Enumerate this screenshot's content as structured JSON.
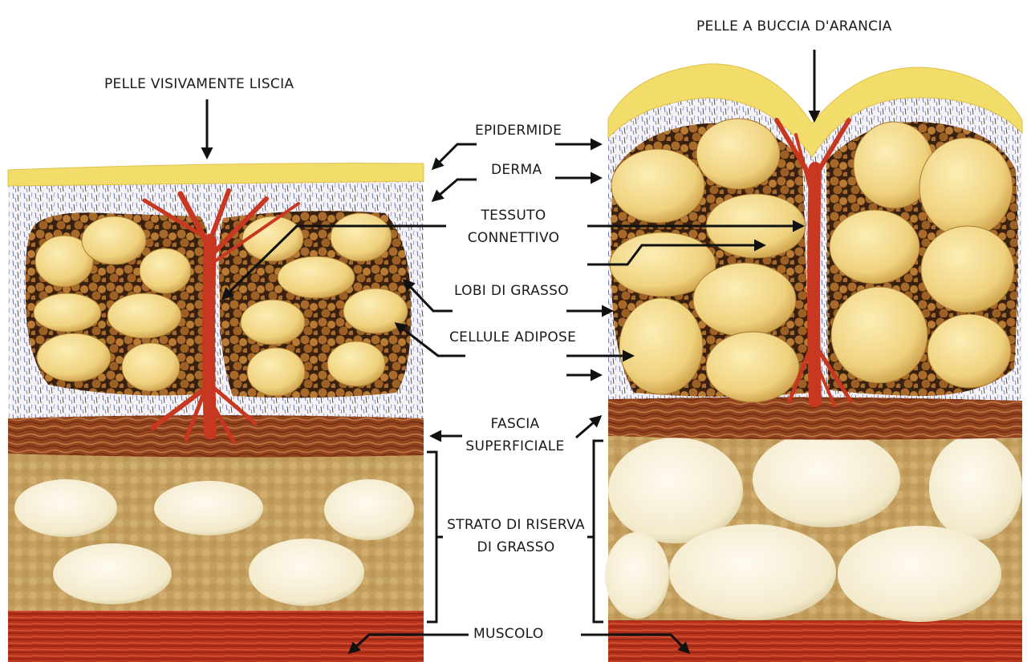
{
  "labels": {
    "smooth_skin": "PELLE VISIVAMENTE LISCIA",
    "orange_peel": "PELLE A BUCCIA D'ARANCIA",
    "epidermis": "EPIDERMIDE",
    "dermis": "DERMA",
    "connective_1": "TESSUTO",
    "connective_2": "CONNETTIVO",
    "fat_lobes": "LOBI DI GRASSO",
    "fat_cells": "CELLULE ADIPOSE",
    "fascia_1": "FASCIA",
    "fascia_2": "SUPERFICIALE",
    "reserve_1": "STRATO DI RISERVA",
    "reserve_2": "DI GRASSO",
    "muscle": "MUSCOLO"
  },
  "colors": {
    "epidermis": "#f2dc6a",
    "dermis": "#f3f0f6",
    "fat_lobe": "#f2d98c",
    "fat_pocket": "#3b2210",
    "connective": "#c8371f",
    "fascia": "#9a4a22",
    "reserve": "#c9a766",
    "reserve_lobe": "#f6efd8",
    "muscle": "#b8321c"
  }
}
